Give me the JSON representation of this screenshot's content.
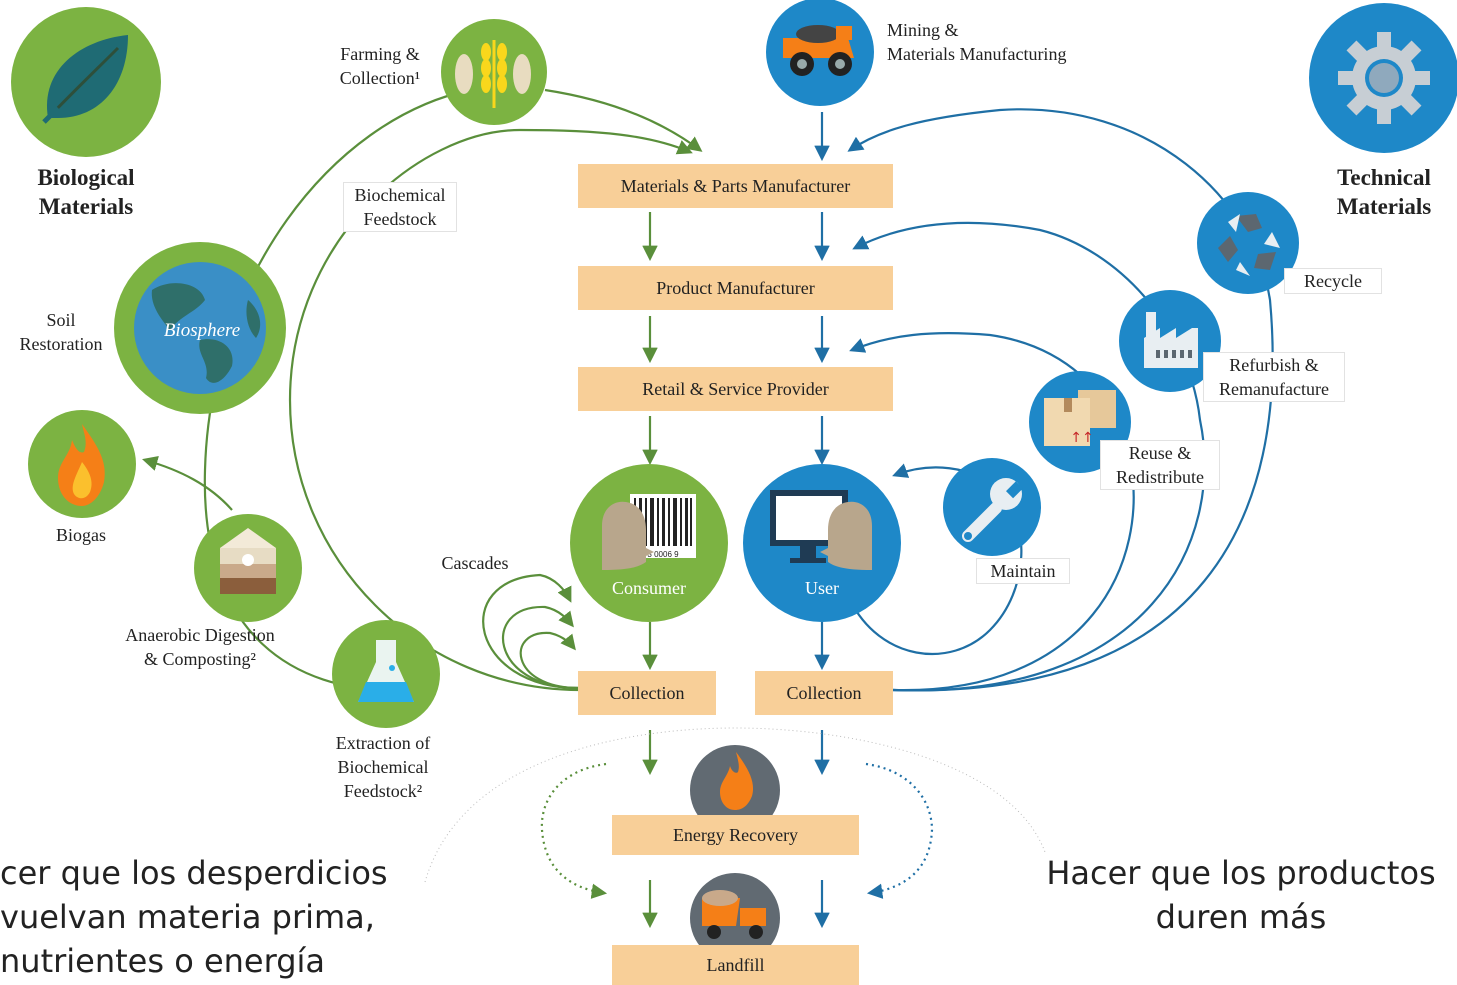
{
  "headers": {
    "biological": "Biological\nMaterials",
    "technical": "Technical\nMaterials"
  },
  "process_boxes": {
    "materials_parts": "Materials & Parts Manufacturer",
    "product_manufacturer": "Product Manufacturer",
    "retail": "Retail & Service Provider",
    "collection_bio": "Collection",
    "collection_tech": "Collection",
    "energy_recovery": "Energy Recovery",
    "landfill": "Landfill"
  },
  "bio_labels": {
    "farming": "Farming &\nCollection¹",
    "biochemical_feedstock": "Biochemical\nFeedstock",
    "biosphere": "Biosphere",
    "soil_restoration": "Soil\nRestoration",
    "biogas": "Biogas",
    "anaerobic": "Anaerobic Digestion\n& Composting²",
    "extraction": "Extraction of\nBiochemical\nFeedstock²",
    "cascades": "Cascades",
    "consumer": "Consumer",
    "barcode_digits": "3 0006 9"
  },
  "tech_labels": {
    "mining": "Mining &\nMaterials Manufacturing",
    "recycle": "Recycle",
    "refurbish": "Refurbish &\nRemanufacture",
    "reuse": "Reuse &\nRedistribute",
    "maintain": "Maintain",
    "user": "User"
  },
  "captions": {
    "left": "cer que los desperdicios\nvuelvan materia prima,\nnutrientes o energía",
    "right": "Hacer que los productos\nduren más"
  },
  "icons": {
    "leaf": "leaf-icon",
    "gear": "gear-icon",
    "wheat_fish": "wheat-fish-icon",
    "truck": "mining-truck-icon",
    "globe": "globe-icon",
    "flame": "flame-icon",
    "soil": "soil-layers-icon",
    "flask": "flask-icon",
    "recycle": "recycle-icon",
    "factory": "factory-icon",
    "boxes": "boxes-icon",
    "wrench": "wrench-icon",
    "consumer": "consumer-barcode-icon",
    "user": "user-computer-icon",
    "energy": "energy-flame-icon",
    "dump_truck": "dump-truck-icon"
  },
  "colors": {
    "bio_green": "#7cb342",
    "bio_line": "#5a8f3b",
    "tech_blue": "#1e88c8",
    "tech_line": "#1f6fa5",
    "box_fill": "#f8cf98",
    "grey_circle": "#616a72",
    "flame_orange": "#f57f17"
  }
}
